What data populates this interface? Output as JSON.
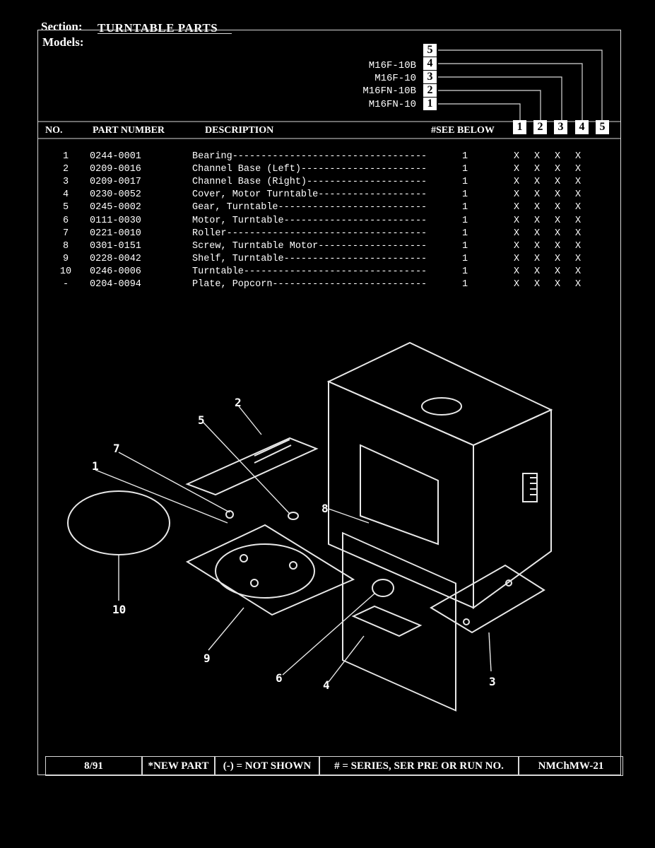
{
  "header": {
    "section_label": "Section:",
    "section_title": "TURNTABLE PARTS",
    "models_label": "Models:"
  },
  "models": [
    {
      "name": "",
      "box": "5"
    },
    {
      "name": "M16F-10B",
      "box": "4"
    },
    {
      "name": "M16F-10",
      "box": "3"
    },
    {
      "name": "M16FN-10B",
      "box": "2"
    },
    {
      "name": "M16FN-10",
      "box": "1"
    }
  ],
  "columns": {
    "no": "NO.",
    "part_number": "PART NUMBER",
    "description": "DESCRIPTION",
    "see_below": "#SEE BELOW",
    "model_cols": [
      "1",
      "2",
      "3",
      "4",
      "5"
    ]
  },
  "parts": [
    {
      "no": "1",
      "part": "0244-0001",
      "desc": "Bearing----------------------------------",
      "qty": "1",
      "marks": [
        "X",
        "X",
        "X",
        "X",
        ""
      ]
    },
    {
      "no": "2",
      "part": "0209-0016",
      "desc": "Channel Base (Left)----------------------",
      "qty": "1",
      "marks": [
        "X",
        "X",
        "X",
        "X",
        ""
      ]
    },
    {
      "no": "3",
      "part": "0209-0017",
      "desc": "Channel Base (Right)---------------------",
      "qty": "1",
      "marks": [
        "X",
        "X",
        "X",
        "X",
        ""
      ]
    },
    {
      "no": "4",
      "part": "0230-0052",
      "desc": "Cover, Motor Turntable-------------------",
      "qty": "1",
      "marks": [
        "X",
        "X",
        "X",
        "X",
        ""
      ]
    },
    {
      "no": "5",
      "part": "0245-0002",
      "desc": "Gear, Turntable--------------------------",
      "qty": "1",
      "marks": [
        "X",
        "X",
        "X",
        "X",
        ""
      ]
    },
    {
      "no": "6",
      "part": "0111-0030",
      "desc": "Motor, Turntable-------------------------",
      "qty": "1",
      "marks": [
        "X",
        "X",
        "X",
        "X",
        ""
      ]
    },
    {
      "no": "7",
      "part": "0221-0010",
      "desc": "Roller-----------------------------------",
      "qty": "1",
      "marks": [
        "X",
        "X",
        "X",
        "X",
        ""
      ]
    },
    {
      "no": "8",
      "part": "0301-0151",
      "desc": "Screw, Turntable Motor-------------------",
      "qty": "1",
      "marks": [
        "X",
        "X",
        "X",
        "X",
        ""
      ]
    },
    {
      "no": "9",
      "part": "0228-0042",
      "desc": "Shelf, Turntable-------------------------",
      "qty": "1",
      "marks": [
        "X",
        "X",
        "X",
        "X",
        ""
      ]
    },
    {
      "no": "10",
      "part": "0246-0006",
      "desc": "Turntable--------------------------------",
      "qty": "1",
      "marks": [
        "X",
        "X",
        "X",
        "X",
        ""
      ]
    },
    {
      "no": "-",
      "part": "0204-0094",
      "desc": "Plate, Popcorn---------------------------",
      "qty": "1",
      "marks": [
        "X",
        "X",
        "X",
        "X",
        ""
      ]
    }
  ],
  "diagram": {
    "callouts": [
      "1",
      "2",
      "3",
      "4",
      "5",
      "6",
      "7",
      "8",
      "9",
      "10"
    ]
  },
  "footer": {
    "date": "8/91",
    "new_part": "*NEW PART",
    "not_shown": "(-) = NOT SHOWN",
    "series": "# = SERIES, SER PRE OR RUN NO.",
    "doc_code": "NMChMW-21"
  }
}
